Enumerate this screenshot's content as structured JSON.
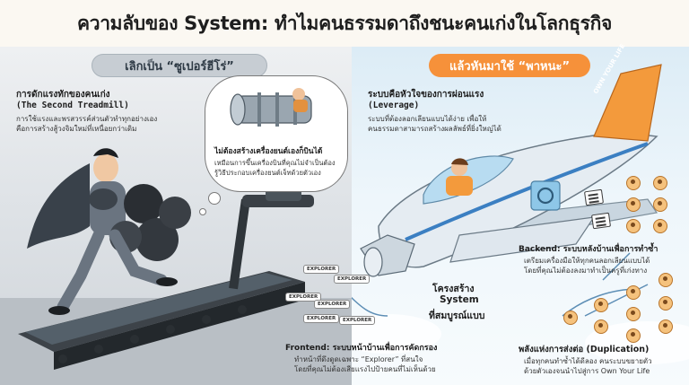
{
  "title": "ความลับของ System: ทำไมคนธรรมดาถึงชนะคนเก่งในโลกธุรกิจ",
  "left": {
    "pill": "เลิกเป็น “ซูเปอร์ฮีโร่”",
    "section_title": "การดักแรงทักของคนเก่ง",
    "section_en": "(The Second Treadmill)",
    "section_desc_1": "การใช้แรงและพรสวรรค์ส่วนตัวทำทุกอย่างเอง",
    "section_desc_2": "คือการสร้างสู้วงจิมใหม่ที่เหนื่อยกว่าเดิม",
    "bubble_title": "ไม่ต้องสร้างเครื่องยนต์เองก็บินได้",
    "bubble_desc_1": "เหมือนการขึ้นเครื่องบินที่คุณไม่จำเป็นต้อง",
    "bubble_desc_2": "รู้วิธีประกอบเครื่องยนต์เจ็ทด้วยตัวเอง"
  },
  "right": {
    "pill": "แล้วหันมาใช้ “พาหนะ”",
    "leverage_title": "ระบบคือหัวใจของการผ่อนแรง",
    "leverage_en": "(Leverage)",
    "leverage_desc_1": "ระบบที่ต้องลอกเลียนแบบได้ง่าย เพื่อให้",
    "leverage_desc_2": "คนธรรมดาสามารถสร้างผลลัพธ์ที่ยิ่งใหญ่ได้",
    "tail_text": "OWN YOUR LIFE",
    "backend_title": "Backend: ระบบหลังบ้านเพื่อการทำซ้ำ",
    "backend_desc_1": "เตรียมเครื่องมือให้ทุกคนลอกเลียนแบบได้",
    "backend_desc_2": "โดยที่คุณไม่ต้องลงมาทำเป็นครูที่เก่งทาง",
    "complete_1": "โครงสร้าง",
    "complete_2": "System",
    "complete_3": "ที่สมบูรณ์แบบ",
    "frontend_title": "Frontend: ระบบหน้าบ้านเพื่อการคัดกรอง",
    "frontend_desc_1": "ทำหน้าที่ดึงดูดเฉพาะ “Explorer” ที่สนใจ",
    "frontend_desc_2": "โดยที่คุณไม่ต้องเสียแรงไปป้ายคนที่ไม่เห็นด้วย",
    "dup_title": "พลังแห่งการส่งต่อ (Duplication)",
    "dup_desc_1": "เมื่อทุกคนทำซ้ำได้ดีลอง คนระบบขยายตัว",
    "dup_desc_2": "ด้วยตัวเองจนนำไปสู่การ Own Your Life",
    "tags": [
      "EXPLORER",
      "EXPLORER",
      "EXPLORER",
      "EXPLORER",
      "EXPLORER",
      "EXPLORER"
    ]
  }
}
